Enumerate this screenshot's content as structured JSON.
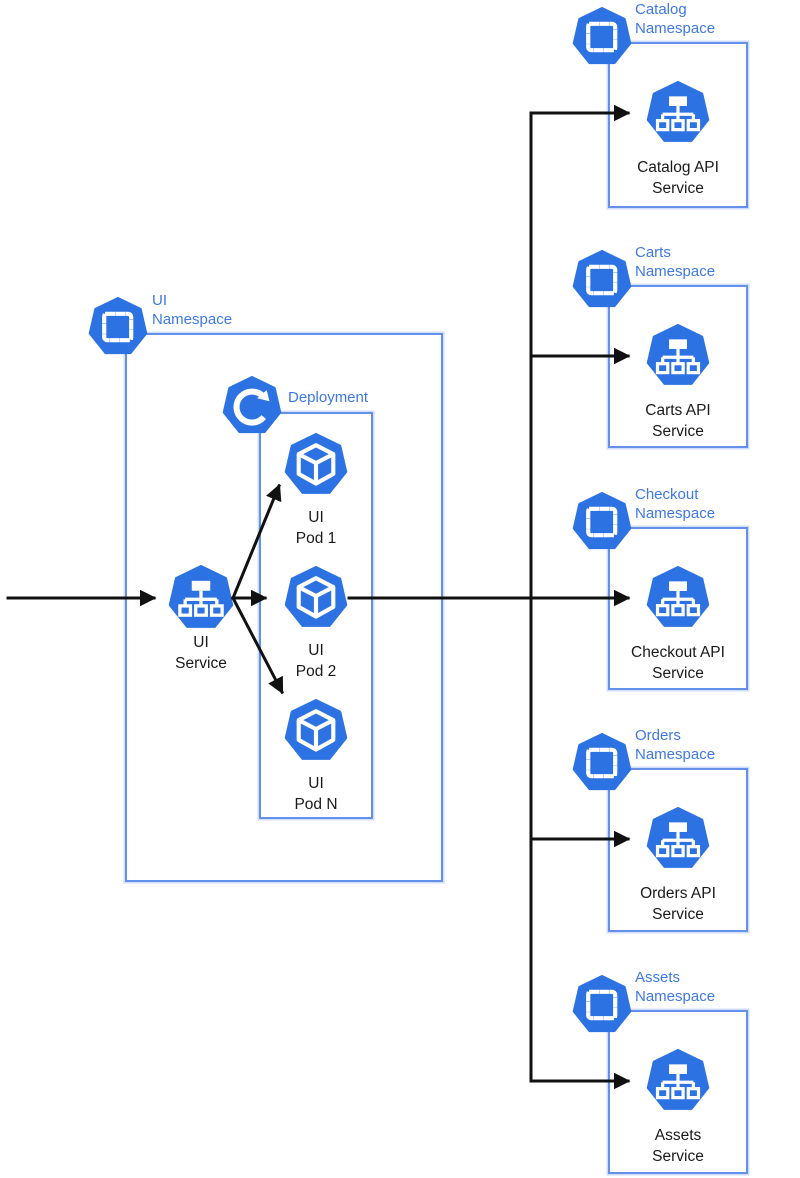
{
  "title": "Kubernetes UI to API services architecture diagram",
  "colors": {
    "icon_blue": "#2D72E3",
    "box_border": "#6590E8",
    "label_blue": "#3E78E8",
    "text_black": "#1A1A1A",
    "arrow_black": "#111111",
    "bg": "#FFFFFF"
  },
  "icons": {
    "namespace": "namespace-icon (heptagon with dashed square)",
    "service": "service-icon (heptagon with node tree)",
    "pod": "pod-icon (heptagon with cube)",
    "deployment": "deployment-icon (heptagon with circular arrow)"
  },
  "left": {
    "namespace_label": {
      "line1": "UI",
      "line2": "Namespace"
    },
    "deployment_label": "Deployment",
    "service_label": {
      "line1": "UI",
      "line2": "Service"
    },
    "pods": [
      {
        "line1": "UI",
        "line2": "Pod 1"
      },
      {
        "line1": "UI",
        "line2": "Pod 2"
      },
      {
        "line1": "UI",
        "line2": "Pod N"
      }
    ]
  },
  "right_sections": [
    {
      "namespace_label": {
        "line1": "Catalog",
        "line2": "Namespace"
      },
      "service_label": {
        "line1": "Catalog API",
        "line2": "Service"
      }
    },
    {
      "namespace_label": {
        "line1": "Carts",
        "line2": "Namespace"
      },
      "service_label": {
        "line1": "Carts API",
        "line2": "Service"
      }
    },
    {
      "namespace_label": {
        "line1": "Checkout",
        "line2": "Namespace"
      },
      "service_label": {
        "line1": "Checkout API",
        "line2": "Service"
      }
    },
    {
      "namespace_label": {
        "line1": "Orders",
        "line2": "Namespace"
      },
      "service_label": {
        "line1": "Orders API",
        "line2": "Service"
      }
    },
    {
      "namespace_label": {
        "line1": "Assets",
        "line2": "Namespace"
      },
      "service_label": {
        "line1": "Assets",
        "line2": "Service"
      }
    }
  ]
}
